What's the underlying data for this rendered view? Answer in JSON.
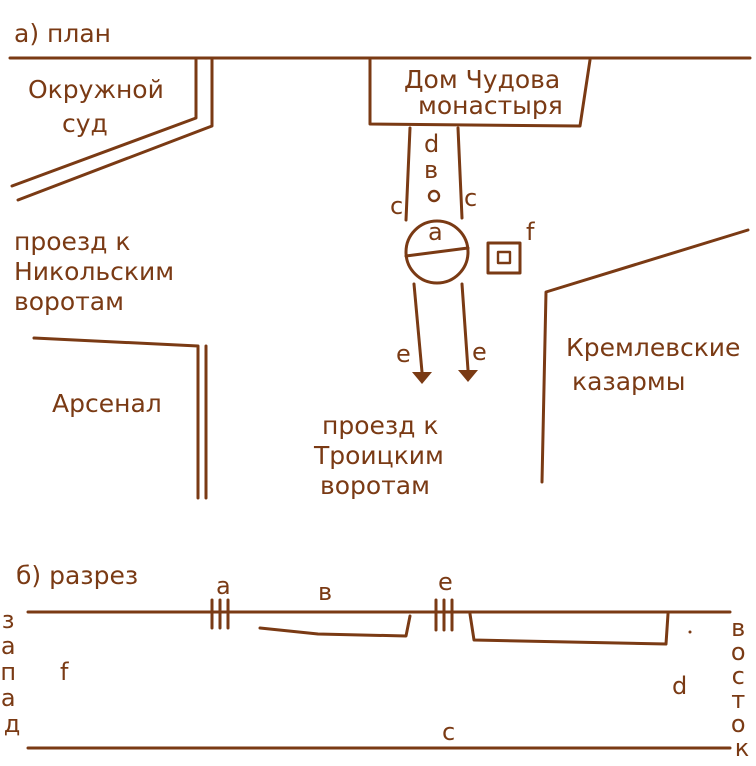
{
  "plan": {
    "title": "а) план",
    "buildings": {
      "okruzhnoy_line1": "Окружной",
      "okruzhnoy_line2": "суд",
      "chudov_line1": "Дом Чудова",
      "chudov_line2": "монастыря",
      "arsenal": "Арсенал",
      "kazarmy_line1": "Кремлевские",
      "kazarmy_line2": "казармы"
    },
    "passages": {
      "nikolsky_line1": "проезд к",
      "nikolsky_line2": "Никольским",
      "nikolsky_line3": "воротам",
      "troitsky_line1": "проезд к",
      "troitsky_line2": "Троицким",
      "troitsky_line3": "воротам"
    },
    "markers": {
      "a": "a",
      "b": "в",
      "c_left": "c",
      "c_right": "c",
      "d": "d",
      "e_left": "e",
      "e_right": "e",
      "f": "f"
    }
  },
  "section": {
    "title": "б) разрез",
    "west": "запад",
    "east": "восток",
    "markers": {
      "a": "a",
      "b": "в",
      "e": "e",
      "f": "f",
      "d": "d",
      "c": "c"
    }
  },
  "colors": {
    "ink": "#7a3a14",
    "background": "#ffffff"
  }
}
